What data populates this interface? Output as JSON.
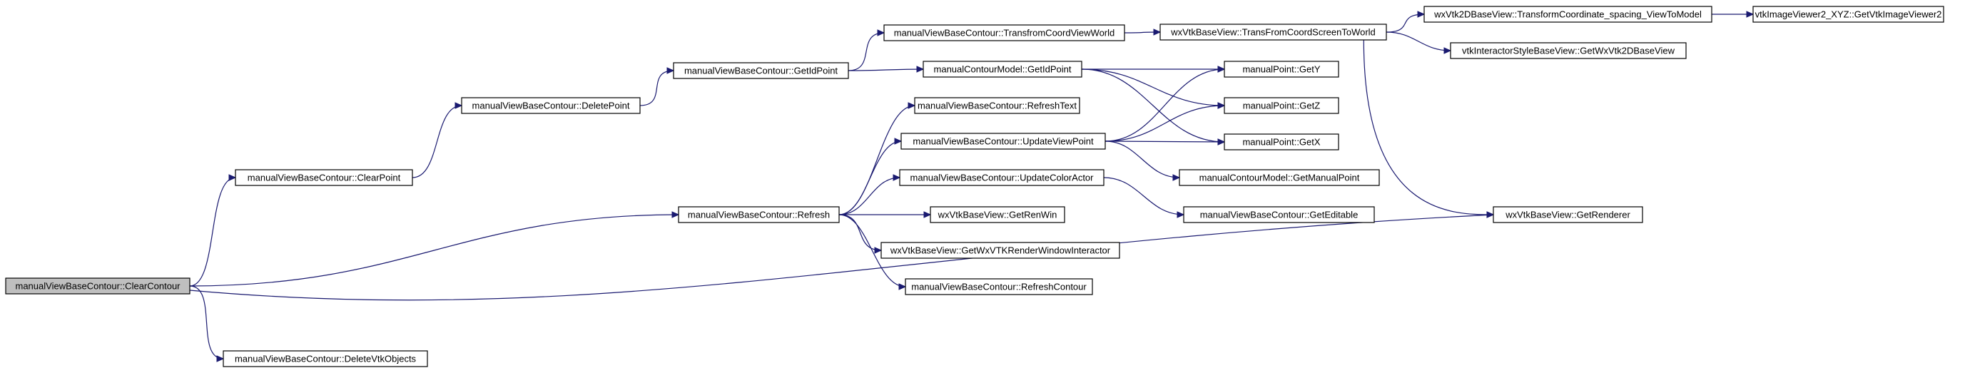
{
  "diagram": {
    "type": "call-graph",
    "colors": {
      "edge": "#1a1a70",
      "root_fill": "#bfbfbf",
      "node_fill": "#ffffff",
      "node_border": "#000000"
    },
    "nodes": [
      {
        "id": "clearContour",
        "label": "manualViewBaseContour::ClearContour",
        "root": true
      },
      {
        "id": "clearPoint",
        "label": "manualViewBaseContour::ClearPoint"
      },
      {
        "id": "deleteVtk",
        "label": "manualViewBaseContour::DeleteVtkObjects"
      },
      {
        "id": "refresh",
        "label": "manualViewBaseContour::Refresh"
      },
      {
        "id": "deletePoint",
        "label": "manualViewBaseContour::DeletePoint"
      },
      {
        "id": "getIdPointView",
        "label": "manualViewBaseContour::GetIdPoint"
      },
      {
        "id": "transCoordViewWorld",
        "label": "manualViewBaseContour::TransfromCoordViewWorld"
      },
      {
        "id": "getIdPointModel",
        "label": "manualContourModel::GetIdPoint"
      },
      {
        "id": "transScreenToWorld",
        "label": "wxVtkBaseView::TransFromCoordScreenToWorld"
      },
      {
        "id": "transformSpacing",
        "label": "wxVtk2DBaseView::TransformCoordinate_spacing_ViewToModel"
      },
      {
        "id": "getImageViewer",
        "label": "vtkImageViewer2_XYZ::GetVtkImageViewer2"
      },
      {
        "id": "getWx2D",
        "label": "vtkInteractorStyleBaseView::GetWxVtk2DBaseView"
      },
      {
        "id": "getY",
        "label": "manualPoint::GetY"
      },
      {
        "id": "getZ",
        "label": "manualPoint::GetZ"
      },
      {
        "id": "getX",
        "label": "manualPoint::GetX"
      },
      {
        "id": "refreshText",
        "label": "manualViewBaseContour::RefreshText"
      },
      {
        "id": "updateViewPoint",
        "label": "manualViewBaseContour::UpdateViewPoint"
      },
      {
        "id": "getManualPoint",
        "label": "manualContourModel::GetManualPoint"
      },
      {
        "id": "updateColorActor",
        "label": "manualViewBaseContour::UpdateColorActor"
      },
      {
        "id": "getEditable",
        "label": "manualViewBaseContour::GetEditable"
      },
      {
        "id": "getRenWin",
        "label": "wxVtkBaseView::GetRenWin"
      },
      {
        "id": "getRenderer",
        "label": "wxVtkBaseView::GetRenderer"
      },
      {
        "id": "getInteractor",
        "label": "wxVtkBaseView::GetWxVTKRenderWindowInteractor"
      },
      {
        "id": "refreshContour",
        "label": "manualViewBaseContour::RefreshContour"
      }
    ],
    "edges": [
      [
        "clearContour",
        "clearPoint"
      ],
      [
        "clearContour",
        "deleteVtk"
      ],
      [
        "clearContour",
        "refresh"
      ],
      [
        "clearContour",
        "getRenderer"
      ],
      [
        "clearPoint",
        "deletePoint"
      ],
      [
        "deletePoint",
        "getIdPointView"
      ],
      [
        "getIdPointView",
        "transCoordViewWorld"
      ],
      [
        "getIdPointView",
        "getIdPointModel"
      ],
      [
        "transCoordViewWorld",
        "transScreenToWorld"
      ],
      [
        "transScreenToWorld",
        "transformSpacing"
      ],
      [
        "transScreenToWorld",
        "getWx2D"
      ],
      [
        "transScreenToWorld",
        "getRenderer"
      ],
      [
        "transformSpacing",
        "getImageViewer"
      ],
      [
        "getIdPointModel",
        "getY"
      ],
      [
        "getIdPointModel",
        "getZ"
      ],
      [
        "getIdPointModel",
        "getX"
      ],
      [
        "refresh",
        "refreshText"
      ],
      [
        "refresh",
        "updateViewPoint"
      ],
      [
        "refresh",
        "updateColorActor"
      ],
      [
        "refresh",
        "getRenWin"
      ],
      [
        "refresh",
        "getInteractor"
      ],
      [
        "refresh",
        "refreshContour"
      ],
      [
        "updateViewPoint",
        "getY"
      ],
      [
        "updateViewPoint",
        "getZ"
      ],
      [
        "updateViewPoint",
        "getX"
      ],
      [
        "updateViewPoint",
        "getManualPoint"
      ],
      [
        "updateColorActor",
        "getEditable"
      ]
    ]
  }
}
